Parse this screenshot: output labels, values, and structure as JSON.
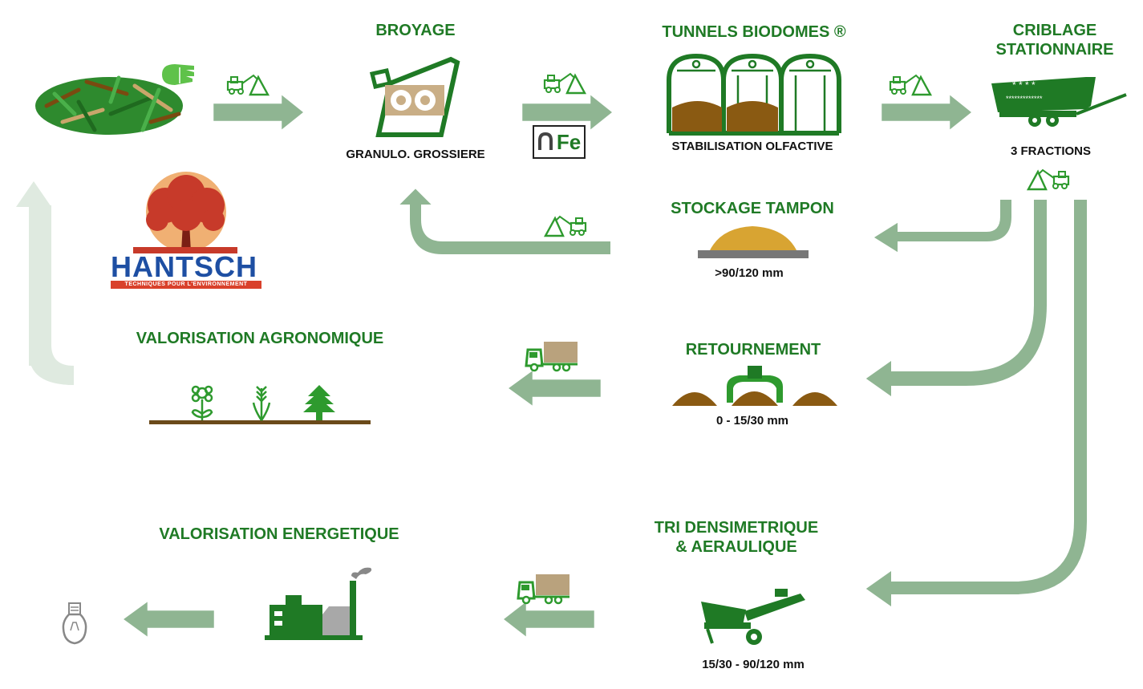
{
  "colors": {
    "green": "#1f7a25",
    "bright_green": "#2e9a2e",
    "brown": "#8a5a12",
    "arrow_fill": "#7fa882",
    "arrow_light": "#dfeae0"
  },
  "icons": [
    "wood-chips-icon",
    "hand-icon",
    "loader-icon",
    "shredder-icon",
    "magnet-icon",
    "tunnels-icon",
    "screen-trailer-icon",
    "heap-icon",
    "turner-icon",
    "tree-logo-icon",
    "plants-icon",
    "truck-icon",
    "separator-icon",
    "plant-icon",
    "bulb-icon"
  ],
  "steps": {
    "broyage": {
      "title": "BROYAGE",
      "subtitle": "GRANULO. GROSSIERE",
      "fe_label": "Fe"
    },
    "tunnels": {
      "title": "TUNNELS BIODOMES ®",
      "subtitle": "STABILISATION OLFACTIVE"
    },
    "criblage": {
      "title_1": "CRIBLAGE",
      "title_2": "STATIONNAIRE",
      "subtitle": "3 FRACTIONS"
    },
    "stockage": {
      "title": "STOCKAGE TAMPON",
      "subtitle": ">90/120 mm"
    },
    "retournement": {
      "title": "RETOURNEMENT",
      "subtitle": "0 - 15/30 mm"
    },
    "tri": {
      "title_1": "TRI DENSIMETRIQUE",
      "title_2": "& AERAULIQUE",
      "subtitle": "15/30 - 90/120 mm"
    },
    "agro": {
      "title": "VALORISATION AGRONOMIQUE"
    },
    "energie": {
      "title": "VALORISATION ENERGETIQUE"
    }
  },
  "logo": {
    "name": "HANTSCH",
    "tagline": "TECHNIQUES POUR L'ENVIRONNEMENT"
  }
}
